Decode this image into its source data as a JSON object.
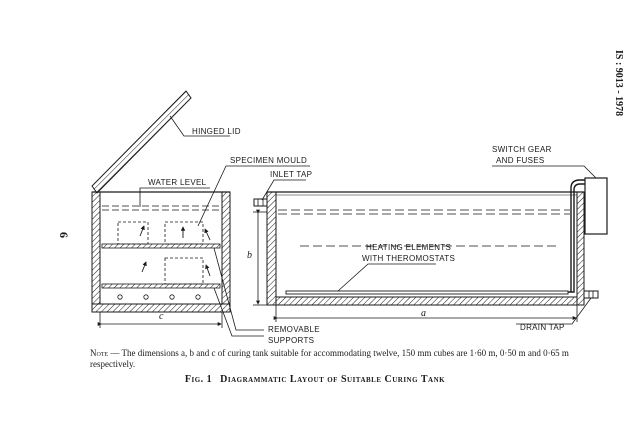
{
  "document": {
    "standard_code": "IS : 9013 - 1978",
    "page_number": "6"
  },
  "labels": {
    "hinged_lid": "HINGED LID",
    "specimen_mould": "SPECIMEN MOULD",
    "water_level": "WATER LEVEL",
    "inlet_tap": "INLET TAP",
    "switch_gear_1": "SWITCH GEAR",
    "switch_gear_2": "AND FUSES",
    "heating_1": "HEATING ELEMENTS",
    "heating_2": "WITH THEROMOSTATS",
    "removable_1": "REMOVABLE",
    "removable_2": "SUPPORTS",
    "drain_tap": "DRAIN TAP"
  },
  "dimensions": {
    "a": "a",
    "b": "b",
    "c": "c"
  },
  "note": {
    "heading": "Note",
    "text": "— The dimensions a, b and c of curing tank suitable for accommodating twelve, 150 mm cubes are 1·60 m, 0·50 m and 0·65 m respectively."
  },
  "caption": {
    "number": "Fig. 1",
    "title": "Diagrammatic Layout of Suitable Curing Tank"
  }
}
